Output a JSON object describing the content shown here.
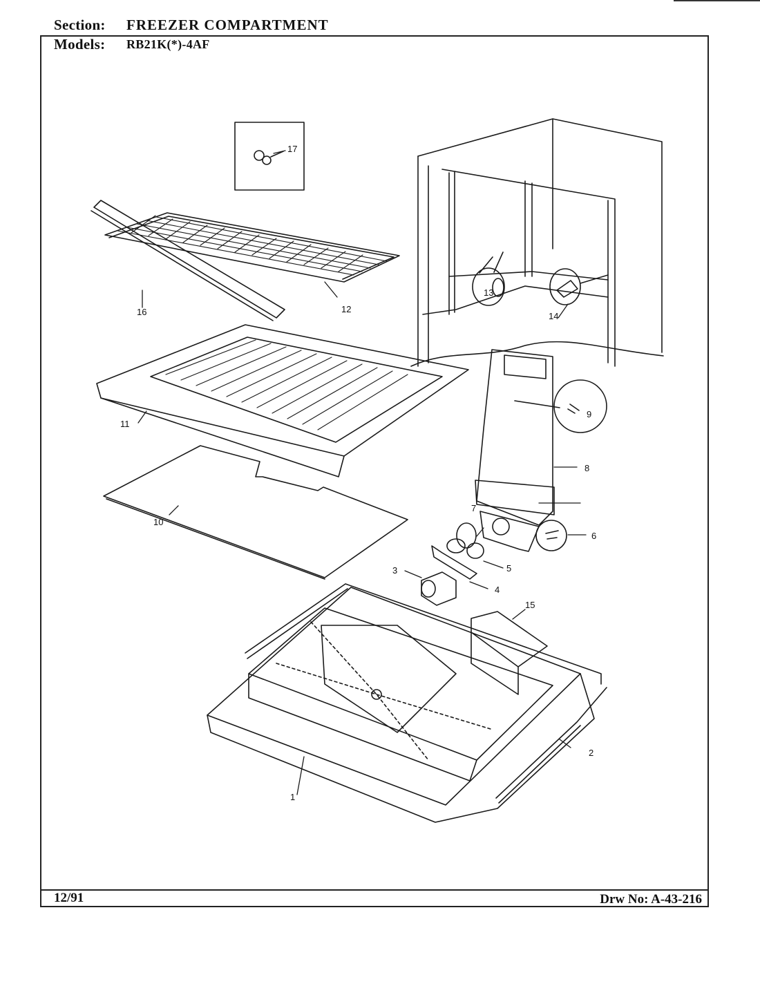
{
  "header": {
    "section_label": "Section:",
    "section_value": "FREEZER COMPARTMENT",
    "models_label": "Models:",
    "models_value": "RB21K(*)-4AF"
  },
  "footer": {
    "date": "12/91",
    "drawing_number": "Drw No: A-43-216"
  },
  "callouts": {
    "p1": "1",
    "p2": "2",
    "p3": "3",
    "p4": "4",
    "p5": "5",
    "p6": "6",
    "p7": "7",
    "p8": "8",
    "p9": "9",
    "p10": "10",
    "p11": "11",
    "p12": "12",
    "p13": "13",
    "p14": "14",
    "p15": "15",
    "p16": "16",
    "p17": "17"
  }
}
